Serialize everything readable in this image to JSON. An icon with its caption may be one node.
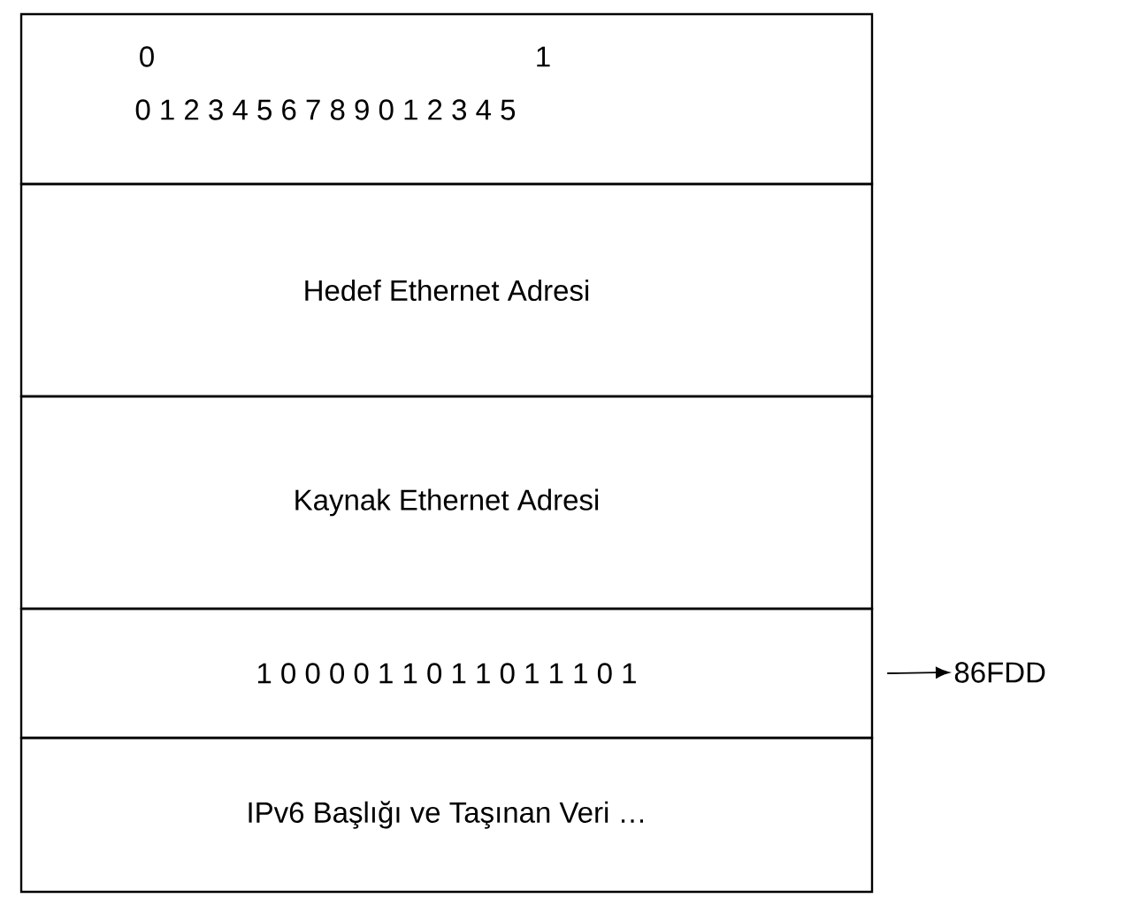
{
  "diagram": {
    "nodes": [
      {
        "text": [
          "0",
          "1",
          "0 1 2 3 4 5 6 7 8 9 0 1 2 3 4 5"
        ]
      },
      {
        "text": [
          "Hedef Ethernet Adresi"
        ]
      },
      {
        "text": [
          "Kaynak Ethernet Adresi"
        ]
      },
      {
        "text": [
          "1 0 0 0 0 1 1 0 1 1 0 1 1 1 0 1"
        ]
      },
      {
        "text": [
          "IPv6 Başlığı ve Taşınan Veri …"
        ]
      },
      {
        "text": [
          "86FDD"
        ]
      }
    ],
    "edges": [
      {
        "from": 3,
        "to": 5,
        "arrow": "to"
      }
    ]
  }
}
